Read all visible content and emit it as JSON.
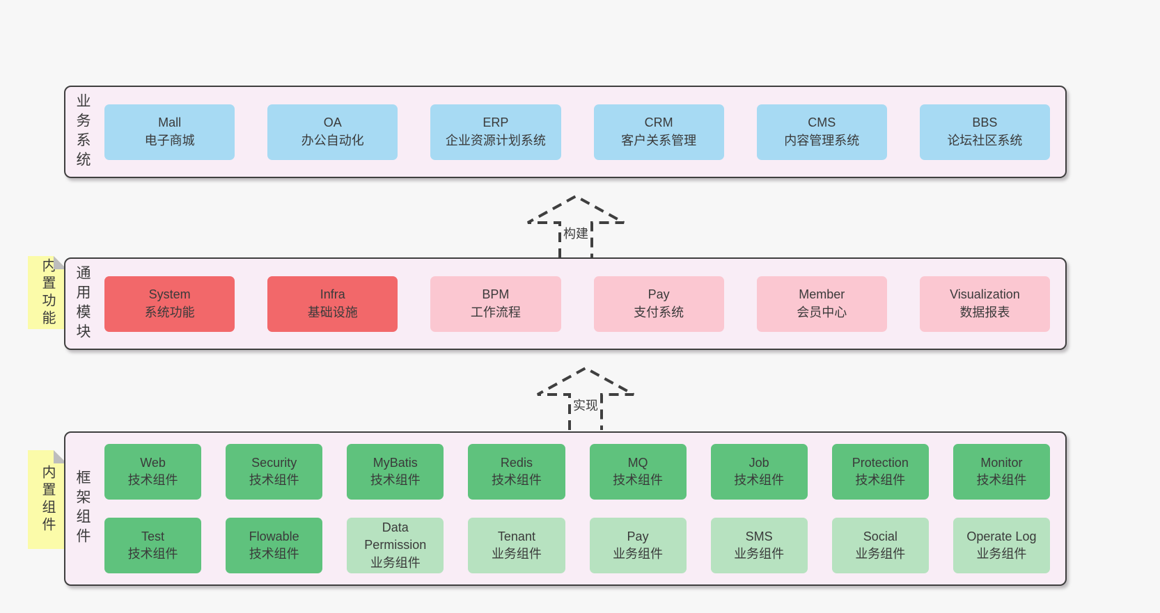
{
  "page": {
    "background": "#f7f7f7"
  },
  "colors": {
    "blue": "#a7daf3",
    "red": "#f2686a",
    "pink": "#fbc7d1",
    "green": "#5fc27d",
    "lightGreen": "#b7e2c0",
    "bandBg": "#f9edf6",
    "note": "#fbfba9",
    "border": "#3f3f3f"
  },
  "arrows": [
    {
      "label": "构建"
    },
    {
      "label": "实现"
    }
  ],
  "bands": {
    "business": {
      "label": "业务系统",
      "boxes": [
        {
          "title": "Mall",
          "subtitle": "电子商城",
          "color": "blue"
        },
        {
          "title": "OA",
          "subtitle": "办公自动化",
          "color": "blue"
        },
        {
          "title": "ERP",
          "subtitle": "企业资源计划系统",
          "color": "blue"
        },
        {
          "title": "CRM",
          "subtitle": "客户关系管理",
          "color": "blue"
        },
        {
          "title": "CMS",
          "subtitle": "内容管理系统",
          "color": "blue"
        },
        {
          "title": "BBS",
          "subtitle": "论坛社区系统",
          "color": "blue"
        }
      ]
    },
    "common": {
      "label": "通用模块",
      "note": "内置功能",
      "boxes": [
        {
          "title": "System",
          "subtitle": "系统功能",
          "color": "red"
        },
        {
          "title": "Infra",
          "subtitle": "基础设施",
          "color": "red"
        },
        {
          "title": "BPM",
          "subtitle": "工作流程",
          "color": "pink"
        },
        {
          "title": "Pay",
          "subtitle": "支付系统",
          "color": "pink"
        },
        {
          "title": "Member",
          "subtitle": "会员中心",
          "color": "pink"
        },
        {
          "title": "Visualization",
          "subtitle": "数据报表",
          "color": "pink"
        }
      ]
    },
    "framework": {
      "label": "框架组件",
      "note": "内置组件",
      "rows": [
        [
          {
            "title": "Web",
            "subtitle": "技术组件",
            "color": "green"
          },
          {
            "title": "Security",
            "subtitle": "技术组件",
            "color": "green"
          },
          {
            "title": "MyBatis",
            "subtitle": "技术组件",
            "color": "green"
          },
          {
            "title": "Redis",
            "subtitle": "技术组件",
            "color": "green"
          },
          {
            "title": "MQ",
            "subtitle": "技术组件",
            "color": "green"
          },
          {
            "title": "Job",
            "subtitle": "技术组件",
            "color": "green"
          },
          {
            "title": "Protection",
            "subtitle": "技术组件",
            "color": "green"
          },
          {
            "title": "Monitor",
            "subtitle": "技术组件",
            "color": "green"
          }
        ],
        [
          {
            "title": "Test",
            "subtitle": "技术组件",
            "color": "green"
          },
          {
            "title": "Flowable",
            "subtitle": "技术组件",
            "color": "green"
          },
          {
            "title": "Data Permission",
            "subtitle": "业务组件",
            "color": "lightGreen"
          },
          {
            "title": "Tenant",
            "subtitle": "业务组件",
            "color": "lightGreen"
          },
          {
            "title": "Pay",
            "subtitle": "业务组件",
            "color": "lightGreen"
          },
          {
            "title": "SMS",
            "subtitle": "业务组件",
            "color": "lightGreen"
          },
          {
            "title": "Social",
            "subtitle": "业务组件",
            "color": "lightGreen"
          },
          {
            "title": "Operate Log",
            "subtitle": "业务组件",
            "color": "lightGreen"
          }
        ]
      ]
    }
  }
}
